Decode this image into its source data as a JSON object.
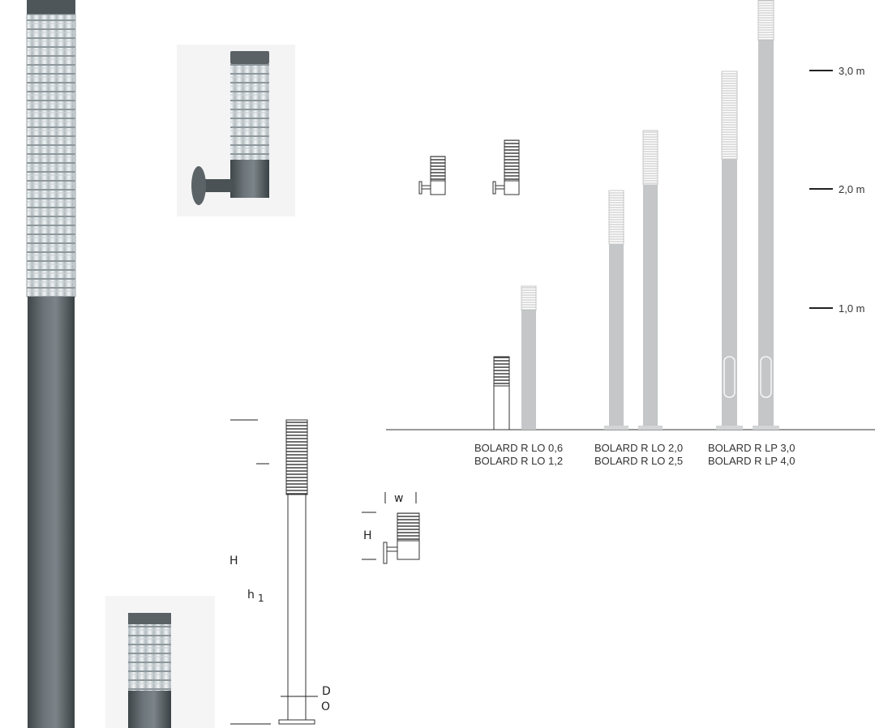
{
  "scale": {
    "marks": [
      {
        "label": "3,0 m",
        "value": 3.0
      },
      {
        "label": "2,0 m",
        "value": 2.0
      },
      {
        "label": "1,0 m",
        "value": 1.0
      }
    ]
  },
  "products": [
    {
      "label_line1": "BOLARD R LO 0,6",
      "label_line2": "BOLARD R LO 1,2"
    },
    {
      "label_line1": "BOLARD R LO 2,0",
      "label_line2": "BOLARD R LO 2,5"
    },
    {
      "label_line1": "BOLARD R LP 3,0",
      "label_line2": "BOLARD R LP 4,0"
    }
  ],
  "dimensions": {
    "bollard": {
      "height": "H",
      "luminaire_height": "h",
      "luminaire_height_sub": "1",
      "diameter": "D",
      "diameter_symbol": "O"
    },
    "wall": {
      "width": "w",
      "height": "H"
    }
  },
  "colors": {
    "pole_dark": "#5f676b",
    "pole_light": "#c4c6c7",
    "diffuser": "#e8ecee",
    "line": "#333333"
  }
}
